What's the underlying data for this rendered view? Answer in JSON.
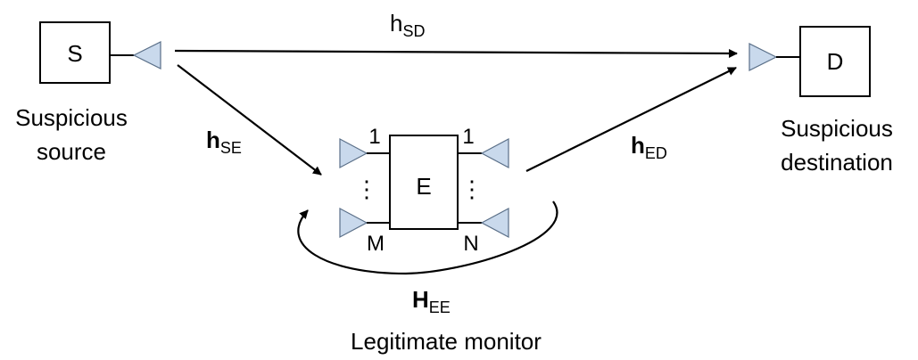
{
  "nodes": {
    "source": {
      "letter": "S",
      "caption_line1": "Suspicious",
      "caption_line2": "source"
    },
    "destination": {
      "letter": "D",
      "caption_line1": "Suspicious",
      "caption_line2": "destination"
    },
    "monitor": {
      "letter": "E",
      "caption": "Legitimate monitor"
    }
  },
  "antennas": {
    "rx_top": "1",
    "rx_bottom": "M",
    "tx_top": "1",
    "tx_bottom": "N",
    "ellipsis": "⋮"
  },
  "channels": {
    "sd": {
      "main": "h",
      "sub": "SD"
    },
    "se": {
      "main": "h",
      "sub": "SE"
    },
    "ed": {
      "main": "h",
      "sub": "ED"
    },
    "ee": {
      "main": "H",
      "sub": "EE"
    }
  }
}
